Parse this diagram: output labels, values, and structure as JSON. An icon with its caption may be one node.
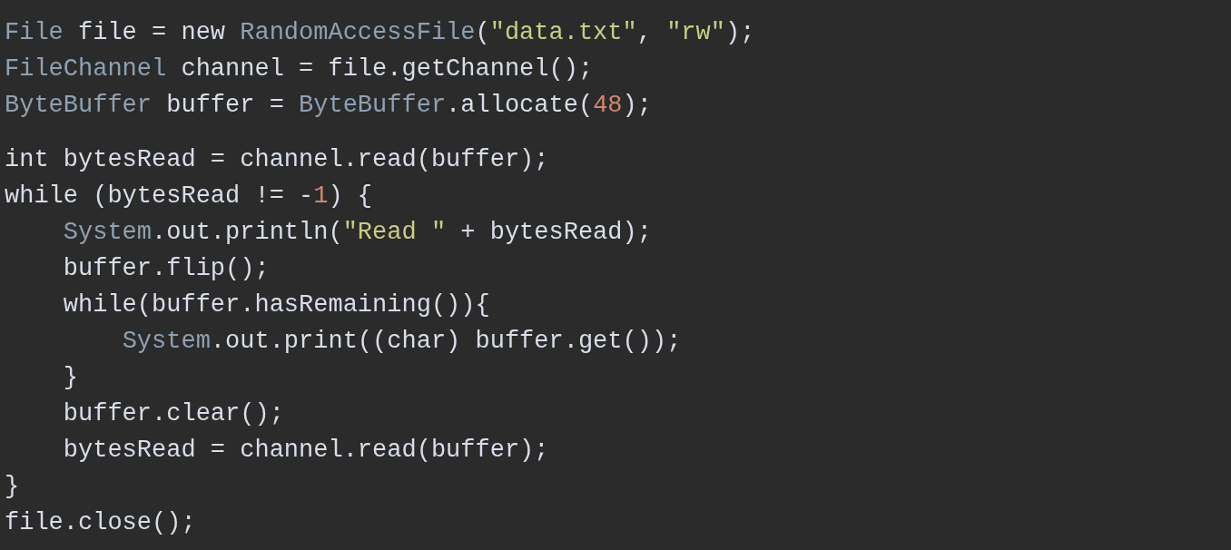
{
  "diagram": {
    "labels": [
      "File file = new RandomAccessFile(\"data.txt\", \"rw\");",
      "FileChannel channel = file.getChannel();",
      "ByteBuffer buffer = ByteBuffer.allocate(48);",
      "int bytesRead = channel.read(buffer);",
      "while (bytesRead != -1) {",
      "    System.out.println(\"Read \" + bytesRead);",
      "    buffer.flip();",
      "    while(buffer.hasRemaining()){",
      "        System.out.print((char) buffer.get());",
      "    }",
      "    buffer.clear();",
      "    bytesRead = channel.read(buffer);",
      "}",
      "file.close();"
    ]
  }
}
